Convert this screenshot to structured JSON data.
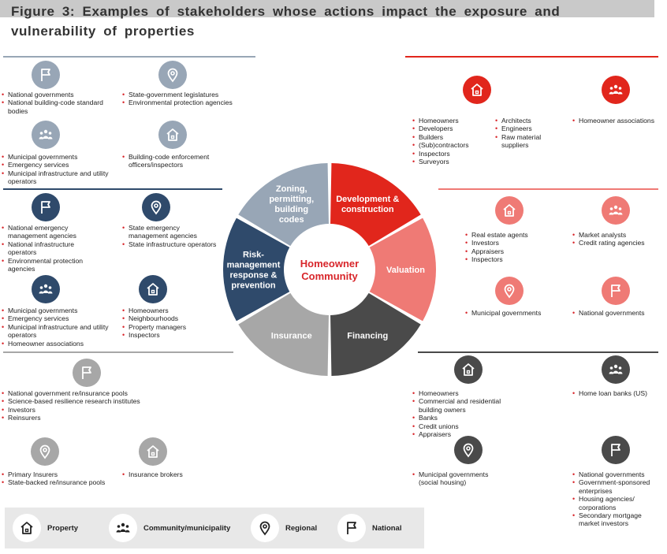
{
  "title_line1": "Figure 3: Examples of stakeholders whose actions impact the exposure and",
  "title_line2": "vulnerability of properties",
  "colors": {
    "red": "#e1261c",
    "salmon": "#ef7a75",
    "slate": "#98a6b6",
    "navy": "#2f4a6b",
    "dark": "#4a4a4a",
    "grey": "#a7a7a7"
  },
  "left_cells": [
    {
      "icon": "flag",
      "color": "#98a6b6",
      "items": [
        "National governments",
        "National building-code standard bodies"
      ]
    },
    {
      "icon": "pin",
      "color": "#98a6b6",
      "items": [
        "State-government legislatures",
        "Environmental protection agencies"
      ]
    },
    {
      "icon": "people",
      "color": "#98a6b6",
      "items": [
        "Municipal governments",
        "Emergency services",
        "Municipal infrastructure and utility operators"
      ]
    },
    {
      "icon": "house",
      "color": "#98a6b6",
      "items": [
        "Building-code enforcement officers/inspectors"
      ]
    },
    {
      "icon": "flag",
      "color": "#2f4a6b",
      "items": [
        "National emergency management agencies",
        "National infrastructure operators",
        "Environmental protection agencies"
      ]
    },
    {
      "icon": "pin",
      "color": "#2f4a6b",
      "items": [
        "State emergency management agencies",
        "State infrastructure operators"
      ]
    },
    {
      "icon": "people",
      "color": "#2f4a6b",
      "items": [
        "Municipal governments",
        "Emergency services",
        "Municipal infrastructure and utility operators",
        "Homeowner associations"
      ]
    },
    {
      "icon": "house",
      "color": "#2f4a6b",
      "items": [
        "Homeowners",
        "Neighbourhoods",
        "Property managers",
        "Inspectors"
      ]
    },
    {
      "icon": "flag",
      "color": "#a7a7a7",
      "items": [
        "National government re/insurance pools",
        "Science-based resilience research institutes",
        "Investors",
        "Reinsurers"
      ]
    },
    {
      "icon": "pin",
      "color": "#a7a7a7",
      "items": [
        "Primary Insurers",
        "State-backed re/insurance pools"
      ]
    },
    {
      "icon": "house",
      "color": "#a7a7a7",
      "items": [
        "Insurance brokers"
      ]
    }
  ],
  "right_cells": [
    {
      "icon": "house",
      "color": "#e1261c",
      "items": [
        "Homeowners",
        "Developers",
        "Builders",
        "(Sub)contractors",
        "Inspectors",
        "Surveyors"
      ]
    },
    {
      "icon": "none",
      "color": "#e1261c",
      "items": [
        "Architects",
        "Engineers",
        "Raw material suppliers"
      ]
    },
    {
      "icon": "people",
      "color": "#e1261c",
      "items": [
        "Homeowner associations"
      ]
    },
    {
      "icon": "house",
      "color": "#ef7a75",
      "items": [
        "Real estate agents",
        "Investors",
        "Appraisers",
        "Inspectors"
      ]
    },
    {
      "icon": "people",
      "color": "#ef7a75",
      "items": [
        "Market analysts",
        "Credit rating agencies"
      ]
    },
    {
      "icon": "pin",
      "color": "#ef7a75",
      "items": [
        "Municipal governments"
      ]
    },
    {
      "icon": "flag",
      "color": "#ef7a75",
      "items": [
        "National governments"
      ]
    },
    {
      "icon": "house",
      "color": "#4a4a4a",
      "items": [
        "Homeowners",
        "Commercial and residential building owners",
        "Banks",
        "Credit unions",
        "Appraisers"
      ]
    },
    {
      "icon": "people",
      "color": "#4a4a4a",
      "items": [
        "Home loan banks (US)"
      ]
    },
    {
      "icon": "pin",
      "color": "#4a4a4a",
      "items": [
        "Municipal governments (social housing)"
      ]
    },
    {
      "icon": "flag",
      "color": "#4a4a4a",
      "items": [
        "National governments",
        "Government-sponsored enterprises",
        "Housing agencies/ corporations",
        "Secondary mortgage market investors"
      ]
    }
  ],
  "wheel": {
    "center_line1": "Homeowner",
    "center_line2": "Community",
    "segments": [
      {
        "color": "#e1261c",
        "lines": [
          "Development &",
          "construction"
        ]
      },
      {
        "color": "#ef7a75",
        "lines": [
          "Valuation"
        ]
      },
      {
        "color": "#4a4a4a",
        "lines": [
          "Financing"
        ]
      },
      {
        "color": "#a7a7a7",
        "lines": [
          "Insurance"
        ]
      },
      {
        "color": "#2f4a6b",
        "lines": [
          "Risk-",
          "management",
          "response &",
          "prevention"
        ]
      },
      {
        "color": "#98a6b6",
        "lines": [
          "Zoning,",
          "permitting,",
          "building",
          "codes"
        ]
      }
    ]
  },
  "legend": [
    {
      "icon": "house",
      "label": "Property"
    },
    {
      "icon": "people",
      "label": "Community/municipality"
    },
    {
      "icon": "pin",
      "label": "Regional"
    },
    {
      "icon": "flag",
      "label": "National"
    }
  ]
}
